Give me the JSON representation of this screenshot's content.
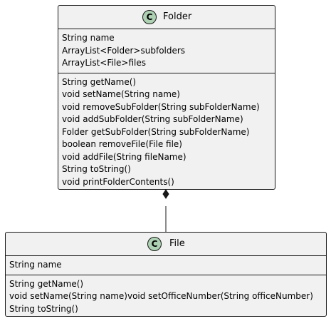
{
  "classes": {
    "folder": {
      "badge": "C",
      "name": "Folder",
      "fields": [
        "String name",
        "ArrayList<Folder>subfolders",
        "ArrayList<File>files"
      ],
      "methods": [
        "String getName()",
        "void setName(String name)",
        "void removeSubFolder(String subFolderName)",
        "void addSubFolder(String subFolderName)",
        "Folder getSubFolder(String subFolderName)",
        "boolean removeFile(File file)",
        "void addFile(String fileName)",
        "String toString()",
        "void printFolderContents()"
      ]
    },
    "file": {
      "badge": "C",
      "name": "File",
      "fields": [
        "String name"
      ],
      "methods": [
        "String getName()",
        "void setName(String name)void setOfficeNumber(String officeNumber)",
        "String toString()"
      ]
    }
  },
  "relation": {
    "type": "composition",
    "whole": "Folder",
    "part": "File"
  },
  "colors": {
    "class_fill": "#f1f1f1",
    "border": "#181818",
    "badge_fill": "#add1b2"
  }
}
